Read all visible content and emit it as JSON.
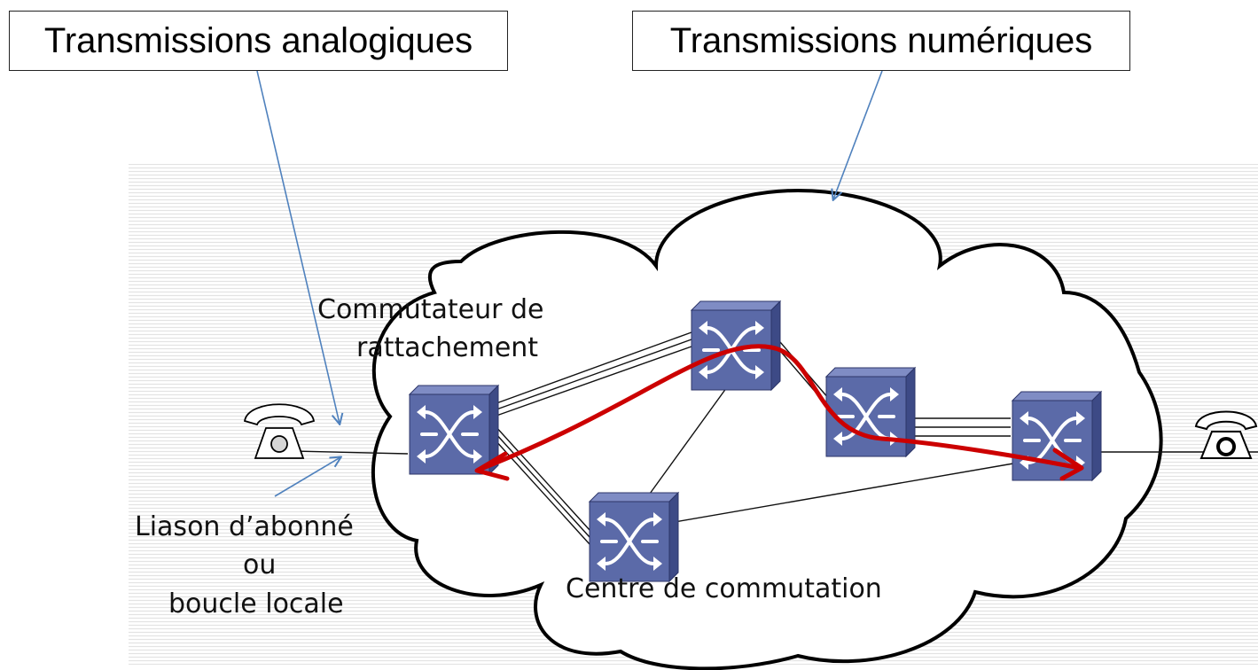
{
  "callouts": {
    "analog": "Transmissions analogiques",
    "digital": "Transmissions numériques"
  },
  "labels": {
    "switch_line1": "Commutateur de",
    "switch_line2": "rattachement",
    "subscriber_line1": "Liason d’abonné",
    "subscriber_line2": "ou",
    "subscriber_line3": "boucle locale",
    "exchange": "Centre de commutation"
  },
  "colors": {
    "path": "#cc0000",
    "arrow": "#4f81bd",
    "switch_face": "#5b6aa8",
    "switch_top": "#7f8cc4",
    "switch_side": "#3d4a86"
  },
  "icons": [
    "telephone-icon",
    "switch-icon",
    "cloud-shape"
  ]
}
